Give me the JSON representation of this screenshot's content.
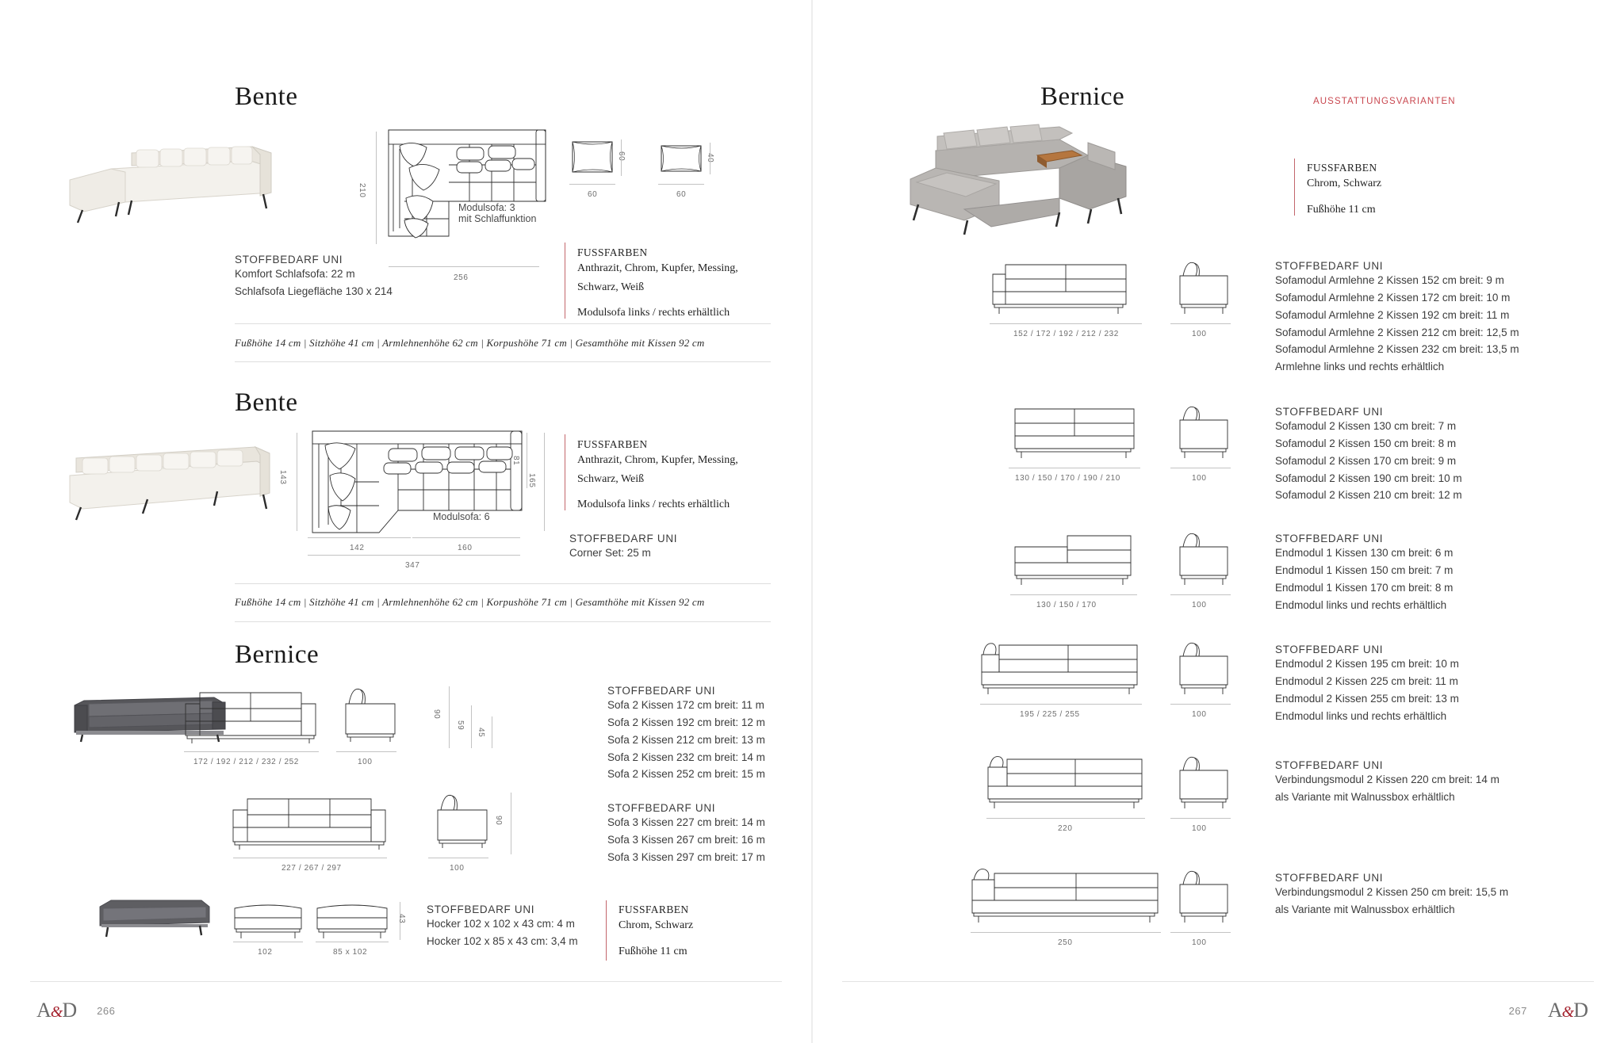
{
  "left_page": {
    "page_number": "266",
    "logo": {
      "pre": "A",
      "amp": "&",
      "post": "D"
    },
    "sections": [
      {
        "title": "Bente",
        "diagram": {
          "top_dim_vertical": "210",
          "bottom_dim": "256",
          "note_line1": "Modulsofa: 3",
          "note_line2": "mit Schlaffunktion",
          "pillow1_width": "60",
          "pillow1_height": "60",
          "pillow2_width": "60",
          "pillow2_height": "40"
        },
        "stoffbedarf": {
          "heading": "STOFFBEDARF UNI",
          "lines": [
            "Komfort Schlafsofa: 22 m",
            "Schlafsofa Liegefläche 130 x 214"
          ]
        },
        "fussfarben": {
          "heading": "FUSSFARBEN",
          "lines": [
            "Anthrazit, Chrom, Kupfer, Messing,",
            "Schwarz, Weiß"
          ],
          "extra": "Modulsofa links / rechts erhältlich"
        },
        "spec_line": "Fußhöhe 14 cm | Sitzhöhe 41 cm | Armlehnenhöhe 62 cm | Korpushöhe 71 cm | Gesamthöhe mit Kissen 92 cm"
      },
      {
        "title": "Bente",
        "diagram": {
          "left_dim_vertical": "143",
          "right_dim_inner": "81",
          "right_dim_outer": "165",
          "bottom_dim_left": "142",
          "bottom_dim_right": "160",
          "bottom_dim_total": "347",
          "note_line1": "Modulsofa: 6"
        },
        "fussfarben": {
          "heading": "FUSSFARBEN",
          "lines": [
            "Anthrazit, Chrom, Kupfer, Messing,",
            "Schwarz, Weiß"
          ],
          "extra": "Modulsofa links / rechts erhältlich"
        },
        "stoffbedarf": {
          "heading": "STOFFBEDARF UNI",
          "lines": [
            "Corner Set: 25 m"
          ]
        },
        "spec_line": "Fußhöhe 14 cm | Sitzhöhe 41 cm | Armlehnenhöhe 62 cm | Korpushöhe 71 cm | Gesamthöhe mit Kissen 92 cm"
      },
      {
        "title": "Bernice",
        "row1": {
          "front_dim": "172 / 192 / 212 / 232 / 252",
          "side_dim": "100",
          "height_90": "90",
          "height_59": "59",
          "height_45": "45",
          "stoffbedarf": {
            "heading": "STOFFBEDARF UNI",
            "lines": [
              "Sofa 2 Kissen 172 cm breit: 11 m",
              "Sofa 2 Kissen 192 cm breit: 12 m",
              "Sofa 2 Kissen 212 cm breit: 13 m",
              "Sofa 2 Kissen 232 cm breit: 14 m",
              "Sofa 2 Kissen 252 cm breit: 15 m"
            ]
          }
        },
        "row2": {
          "front_dim": "227 / 267 / 297",
          "side_dim": "100",
          "height_90": "90",
          "stoffbedarf": {
            "heading": "STOFFBEDARF UNI",
            "lines": [
              "Sofa 3 Kissen 227 cm breit: 14 m",
              "Sofa 3 Kissen 267 cm breit: 16 m",
              "Sofa 3 Kissen 297 cm breit: 17 m"
            ]
          }
        },
        "row3": {
          "dim_left": "102",
          "dim_right": "85 x 102",
          "height_43": "43",
          "stoffbedarf": {
            "heading": "STOFFBEDARF UNI",
            "lines": [
              "Hocker 102 x 102 x 43 cm: 4 m",
              "Hocker 102 x 85 x 43 cm: 3,4 m"
            ]
          },
          "fussfarben": {
            "heading": "FUSSFARBEN",
            "lines": [
              "Chrom, Schwarz"
            ],
            "extra": "Fußhöhe 11 cm"
          }
        }
      }
    ]
  },
  "right_page": {
    "page_number": "267",
    "logo": {
      "pre": "A",
      "amp": "&",
      "post": "D"
    },
    "title": "Bernice",
    "eyebrow": "AUSSTATTUNGSVARIANTEN",
    "fussfarben": {
      "heading": "FUSSFARBEN",
      "lines": [
        "Chrom, Schwarz"
      ],
      "extra": "Fußhöhe 11 cm"
    },
    "rows": [
      {
        "front_dim": "152 / 172 / 192 / 212 / 232",
        "side_dim": "100",
        "stoffbedarf": {
          "heading": "STOFFBEDARF UNI",
          "lines": [
            "Sofamodul Armlehne 2 Kissen 152 cm breit: 9 m",
            "Sofamodul Armlehne 2 Kissen 172 cm breit: 10 m",
            "Sofamodul Armlehne 2 Kissen 192 cm breit: 11 m",
            "Sofamodul Armlehne 2 Kissen 212 cm breit: 12,5 m",
            "Sofamodul Armlehne 2 Kissen 232 cm breit: 13,5 m",
            "Armlehne links und rechts erhältlich"
          ]
        }
      },
      {
        "front_dim": "130 / 150 / 170 / 190 / 210",
        "side_dim": "100",
        "stoffbedarf": {
          "heading": "STOFFBEDARF UNI",
          "lines": [
            "Sofamodul 2 Kissen 130 cm breit: 7 m",
            "Sofamodul 2 Kissen 150 cm breit: 8 m",
            "Sofamodul 2 Kissen 170 cm breit: 9 m",
            "Sofamodul 2 Kissen 190 cm breit: 10 m",
            "Sofamodul 2 Kissen 210 cm breit: 12 m"
          ]
        }
      },
      {
        "front_dim": "130 / 150 / 170",
        "side_dim": "100",
        "stoffbedarf": {
          "heading": "STOFFBEDARF UNI",
          "lines": [
            "Endmodul 1 Kissen 130 cm breit: 6 m",
            "Endmodul 1 Kissen 150 cm breit: 7 m",
            "Endmodul 1 Kissen 170 cm breit: 8 m",
            "Endmodul links und rechts erhältlich"
          ]
        }
      },
      {
        "front_dim": "195 / 225 / 255",
        "side_dim": "100",
        "stoffbedarf": {
          "heading": "STOFFBEDARF UNI",
          "lines": [
            "Endmodul 2 Kissen 195 cm breit: 10 m",
            "Endmodul 2 Kissen 225 cm breit: 11 m",
            "Endmodul 2 Kissen 255 cm breit: 13 m",
            "Endmodul links und rechts erhältlich"
          ]
        }
      },
      {
        "front_dim": "220",
        "side_dim": "100",
        "stoffbedarf": {
          "heading": "STOFFBEDARF UNI",
          "lines": [
            "Verbindungsmodul 2 Kissen 220 cm breit: 14 m",
            "als Variante mit Walnussbox erhältlich"
          ]
        }
      },
      {
        "front_dim": "250",
        "side_dim": "100",
        "stoffbedarf": {
          "heading": "STOFFBEDARF UNI",
          "lines": [
            "Verbindungsmodul 2 Kissen 250 cm breit: 15,5 m",
            "als Variante mit Walnussbox erhältlich"
          ]
        }
      }
    ]
  },
  "colors": {
    "accent_red": "#c9474f",
    "text_dark": "#222222",
    "text_grey": "#6e6e6e",
    "rule": "#dcdcdc"
  }
}
